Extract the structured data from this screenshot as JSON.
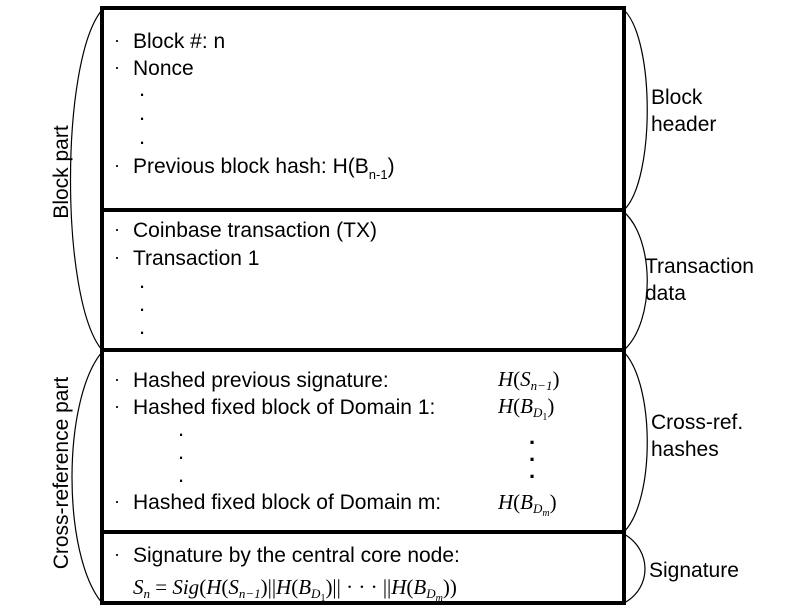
{
  "header": {
    "items": [
      "Block #: n",
      "Nonce"
    ],
    "prev_hash_label": "Previous block hash: H(B",
    "prev_hash_sub": "n-1",
    "prev_hash_close": ")"
  },
  "transactions": {
    "items": [
      "Coinbase transaction (TX)",
      "Transaction 1"
    ]
  },
  "crossref": {
    "items": [
      "Hashed previous signature:",
      "Hashed fixed block of Domain 1:",
      "Hashed fixed block of Domain m:"
    ]
  },
  "signature": {
    "label": "Signature by the central core node:"
  },
  "right_labels": {
    "block_header": [
      "Block",
      "header"
    ],
    "transaction_data": [
      "Transaction",
      "data"
    ],
    "crossref_hashes": [
      "Cross-ref.",
      "hashes"
    ],
    "signature": "Signature"
  },
  "left_labels": {
    "block_part": "Block part",
    "crossref_part": "Cross-reference part"
  },
  "colors": {
    "stroke": "#000000",
    "background": "#ffffff"
  }
}
